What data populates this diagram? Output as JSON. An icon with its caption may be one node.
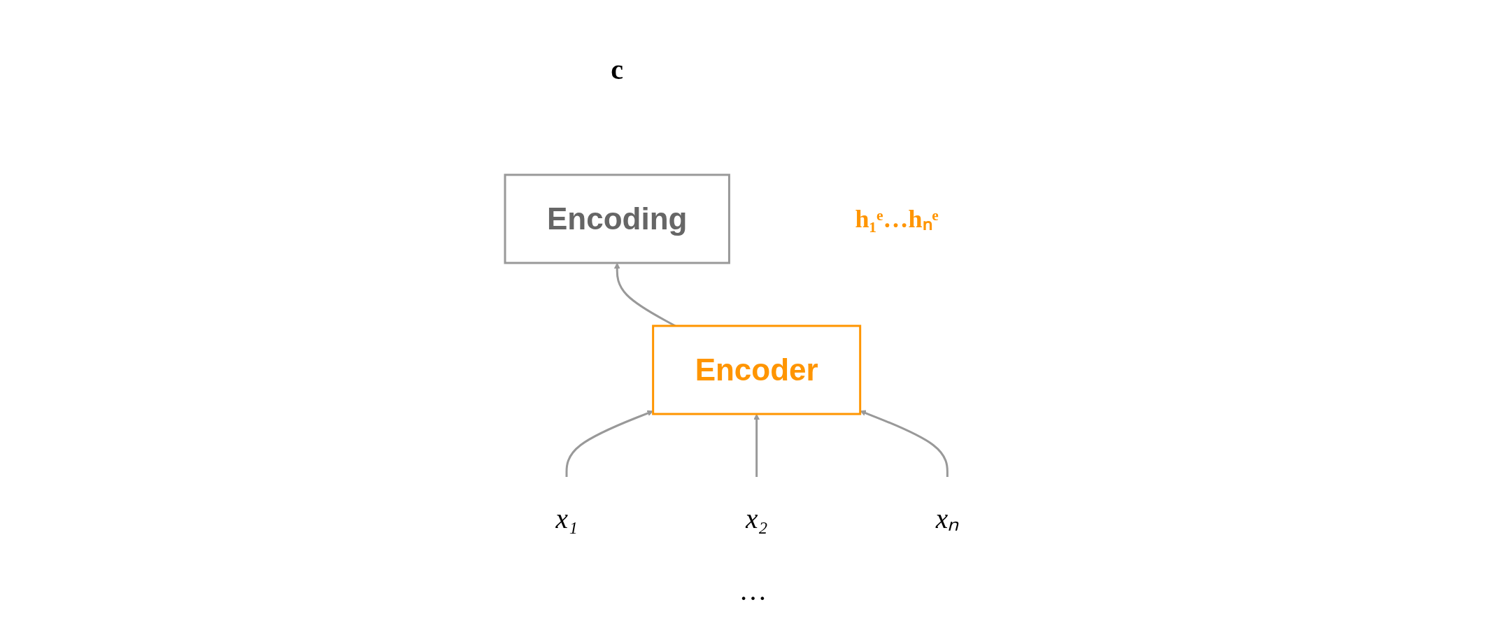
{
  "diagram": {
    "nodes": [
      {
        "text": [
          "Encoding"
        ],
        "beside": [
          "c"
        ]
      },
      {
        "text": [
          "Encoder"
        ],
        "beside": [
          "h₁ᵉ…hₙᵉ"
        ]
      },
      {
        "text": [
          "x₁"
        ]
      },
      {
        "text": [
          "x₂"
        ]
      },
      {
        "text": [
          "xₙ"
        ]
      }
    ],
    "edges": [
      {
        "from": 2,
        "to": 1,
        "arrow": "to"
      },
      {
        "from": 3,
        "to": 1,
        "arrow": "to"
      },
      {
        "from": 4,
        "to": 1,
        "arrow": "to"
      },
      {
        "from": 1,
        "to": 0,
        "arrow": "to"
      }
    ],
    "labels": [
      "…"
    ]
  }
}
